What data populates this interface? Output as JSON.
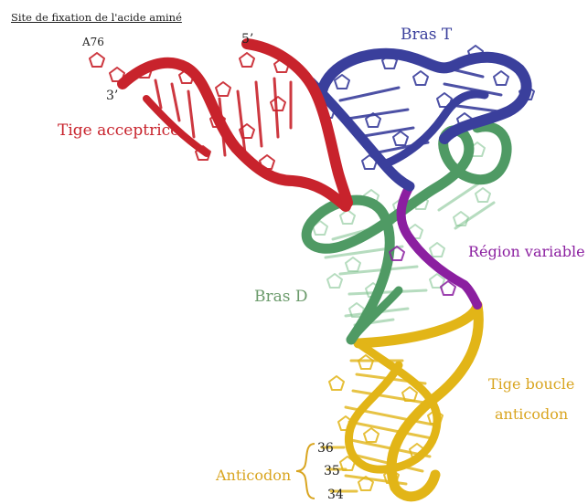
{
  "title": "Site de fixation de l'acide aminé",
  "labels": {
    "a76": "A76",
    "prime5": "5’",
    "prime3": "3’",
    "tige_acceptrice": "Tige acceptrice",
    "bras_t": "Bras T",
    "bras_d": "Bras D",
    "region_variable": "Région variable",
    "tige_boucle_line1": "Tige boucle",
    "tige_boucle_line2": "anticodon",
    "anticodon": "Anticodon",
    "nuc_36": "36",
    "nuc_35": "35",
    "nuc_34": "34"
  },
  "colors": {
    "acceptor": "#c8232c",
    "t_arm": "#3a3f9c",
    "d_arm": "#4f9a64",
    "variable": "#8b1fa0",
    "anticodon": "#e2b517",
    "d_arm_label": "#6a9a6a",
    "anticodon_label": "#d9a520"
  },
  "icons": {
    "ribbon": "trna-3d-ribbon-structure",
    "brace": "curly-brace-icon"
  }
}
